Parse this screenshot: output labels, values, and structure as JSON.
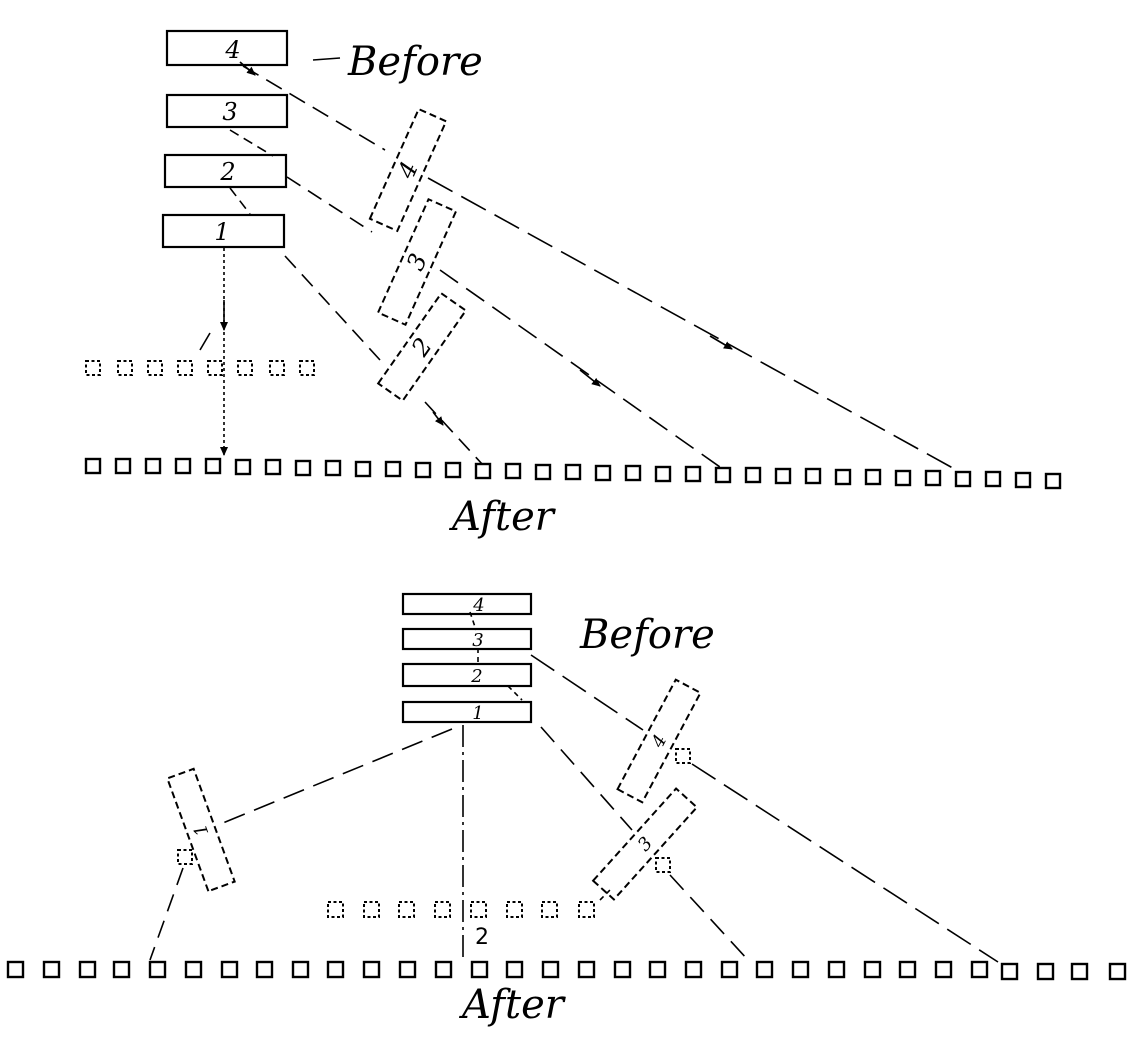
{
  "figure_top": {
    "before_label": "Before",
    "after_label": "After",
    "stack": [
      "4",
      "3",
      "2",
      "1"
    ],
    "tilted_labels": [
      "4",
      "3",
      "2"
    ]
  },
  "figure_bottom": {
    "before_label": "Before",
    "after_label": "After",
    "stack": [
      "4",
      "3",
      "2",
      "1"
    ],
    "tilted_labels": [
      "4",
      "3",
      "1"
    ],
    "row_label": "2"
  }
}
